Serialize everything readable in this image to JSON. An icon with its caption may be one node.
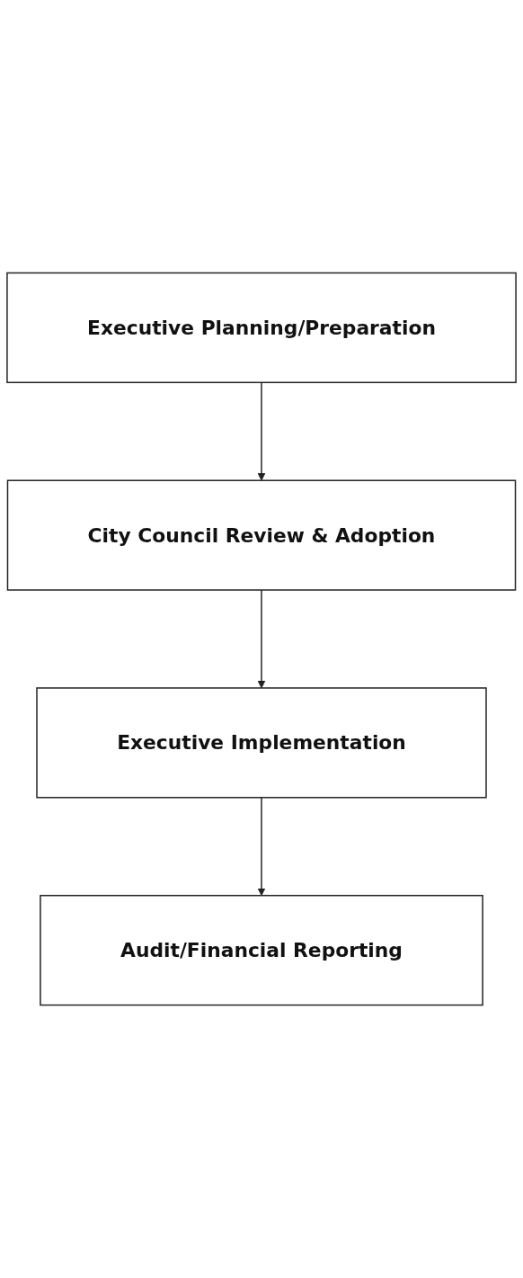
{
  "diagram": {
    "nodes": [
      {
        "text": [
          "Executive Planning/Preparation"
        ]
      },
      {
        "text": [
          "City Council Review & Adoption"
        ]
      },
      {
        "text": [
          "Executive Implementation"
        ]
      },
      {
        "text": [
          "Audit/Financial Reporting"
        ]
      }
    ],
    "edges": [
      {
        "from": 0,
        "to": 1,
        "arrow": "to"
      },
      {
        "from": 1,
        "to": 2,
        "arrow": "to"
      },
      {
        "from": 2,
        "to": 3,
        "arrow": "to"
      }
    ]
  }
}
